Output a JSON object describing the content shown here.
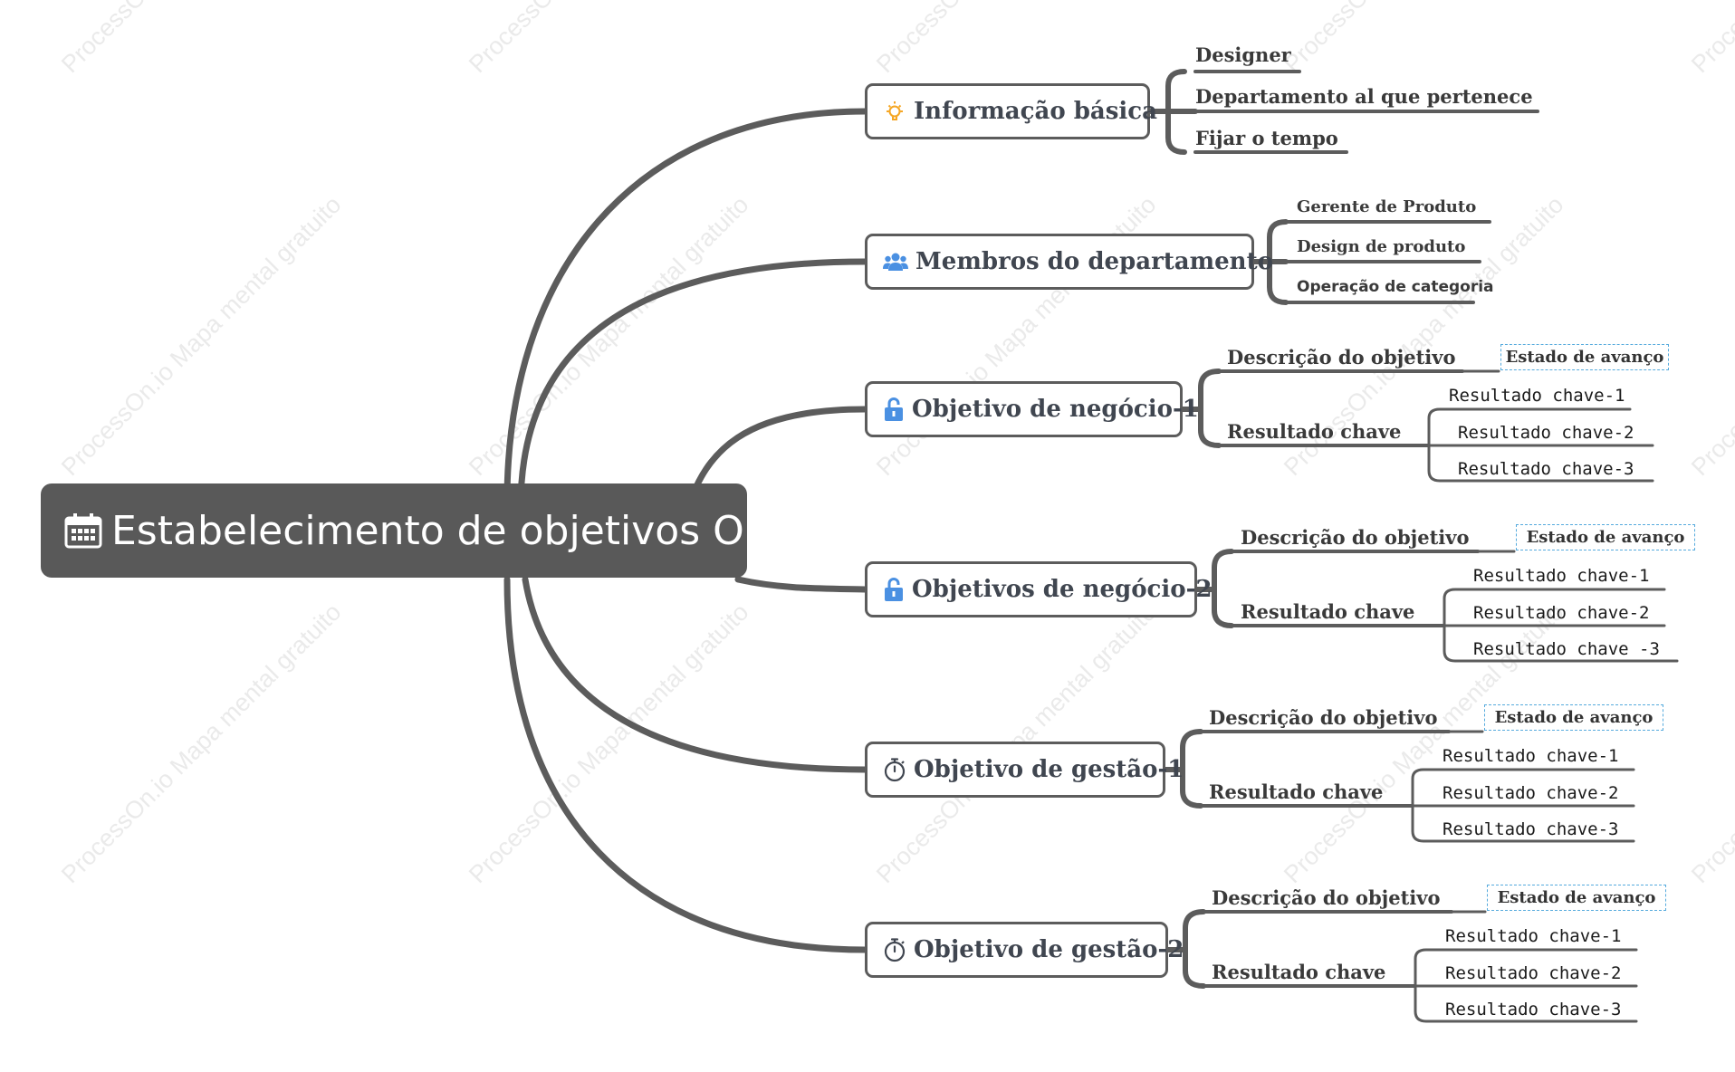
{
  "watermark": "ProcessOn.io Mapa mental gratuito",
  "central_topic": {
    "title": "Estabelecimento de objetivos OKR",
    "icon": "calendar-icon"
  },
  "branches": [
    {
      "title": "Informação básica",
      "icon": "lightbulb-icon",
      "children": [
        "Designer",
        "Departamento al que pertenece",
        "Fijar o tempo"
      ]
    },
    {
      "title": "Membros do departamento",
      "icon": "people-icon",
      "children": [
        "Gerente de Produto",
        "Design de produto",
        "Operação de categoria"
      ]
    },
    {
      "title": "Objetivo de negócio-1",
      "icon": "unlock-icon",
      "objective_description": "Descrição do objetivo",
      "status_tag": "Estado de avanço",
      "key_result_label": "Resultado chave",
      "key_results": [
        "Resultado chave-1",
        "Resultado chave-2",
        "Resultado chave-3"
      ]
    },
    {
      "title": "Objetivos de negócio-2",
      "icon": "unlock-icon",
      "objective_description": "Descrição do objetivo",
      "status_tag": "Estado de avanço",
      "key_result_label": "Resultado chave",
      "key_results": [
        "Resultado chave-1",
        "Resultado chave-2",
        "Resultado chave -3"
      ]
    },
    {
      "title": "Objetivo de gestão-1",
      "icon": "stopwatch-icon",
      "objective_description": "Descrição do objetivo",
      "status_tag": "Estado de avanço",
      "key_result_label": "Resultado chave",
      "key_results": [
        "Resultado chave-1",
        "Resultado chave-2",
        "Resultado chave-3"
      ]
    },
    {
      "title": "Objetivo de gestão-2",
      "icon": "stopwatch-icon",
      "objective_description": "Descrição do objetivo",
      "status_tag": "Estado de avanço",
      "key_result_label": "Resultado chave",
      "key_results": [
        "Resultado chave-1",
        "Resultado chave-2",
        "Resultado chave-3"
      ]
    }
  ],
  "colors": {
    "connector": "#5c5c5c",
    "central_topic_fill": "#595959",
    "status_tag_border": "#55aadd",
    "lightbulb_icon": "#f5a623",
    "blue_icon": "#4a90e2"
  }
}
